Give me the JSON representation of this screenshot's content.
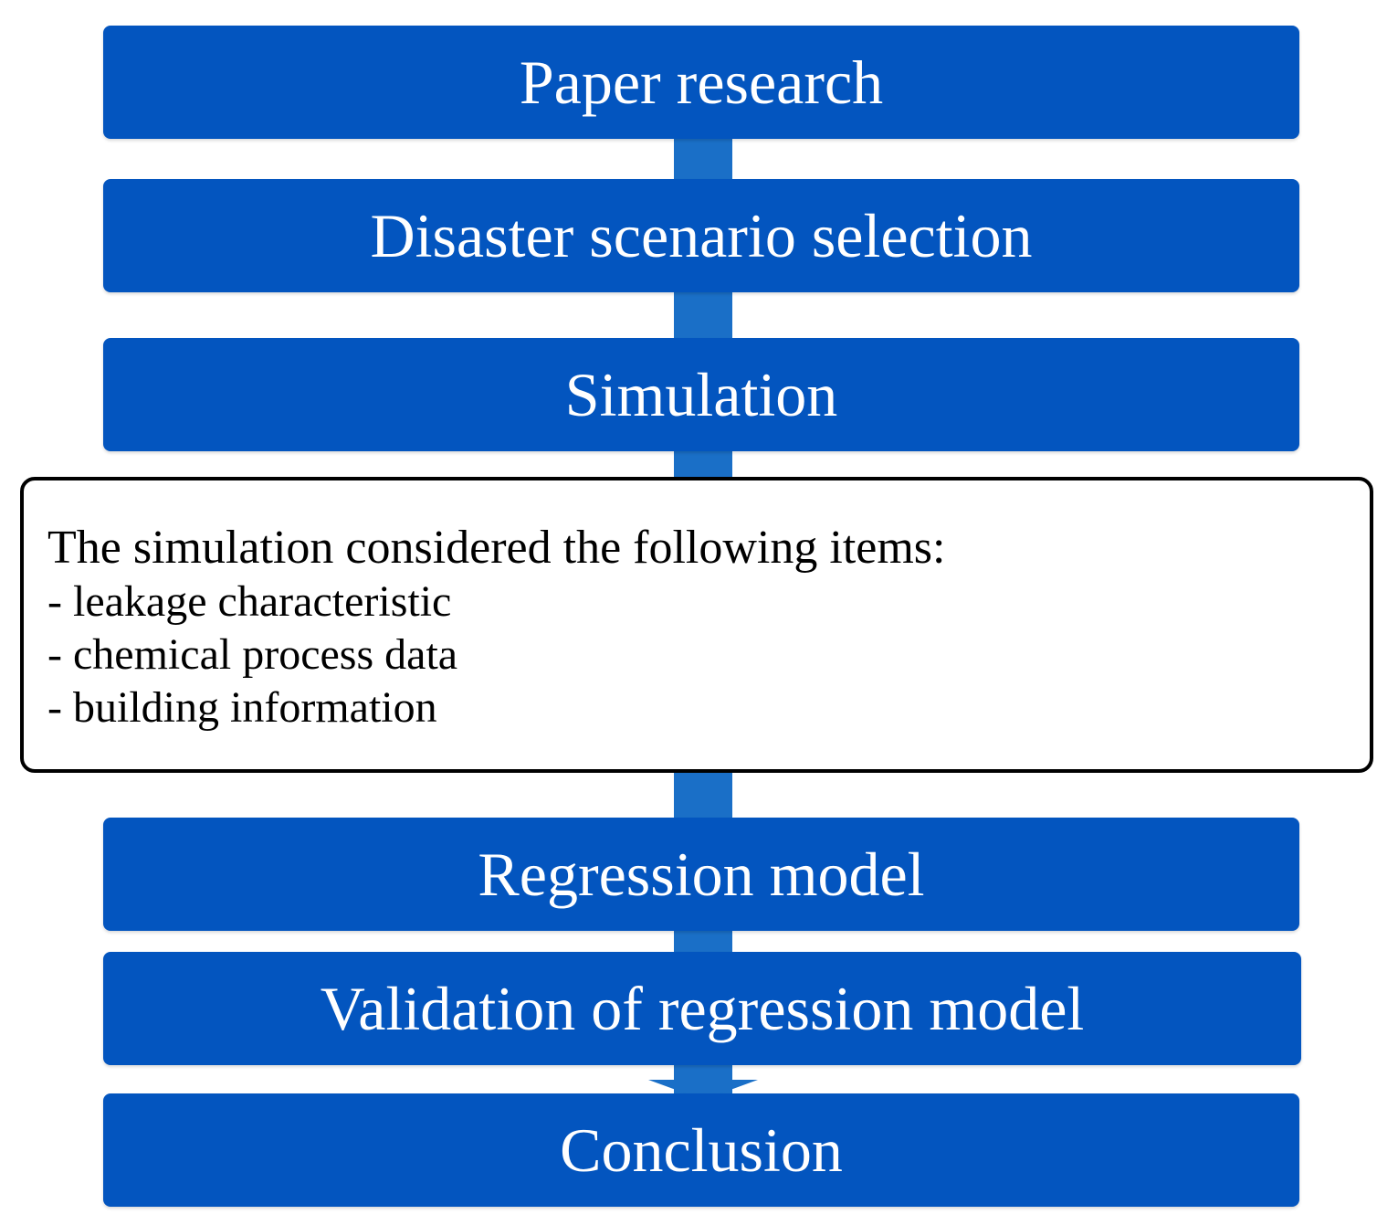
{
  "flow": {
    "steps": [
      "Paper research",
      "Disaster scenario selection",
      "Simulation",
      "Regression model",
      "Validation of regression model",
      "Conclusion"
    ],
    "note": {
      "heading": "The simulation considered the following items:",
      "items": [
        "- leakage characteristic",
        "- chemical process data",
        "- building information"
      ]
    }
  },
  "colors": {
    "box_fill": "#0355bf",
    "arrow": "#1a6fc7",
    "box_text": "#ffffff",
    "note_border": "#000000"
  }
}
